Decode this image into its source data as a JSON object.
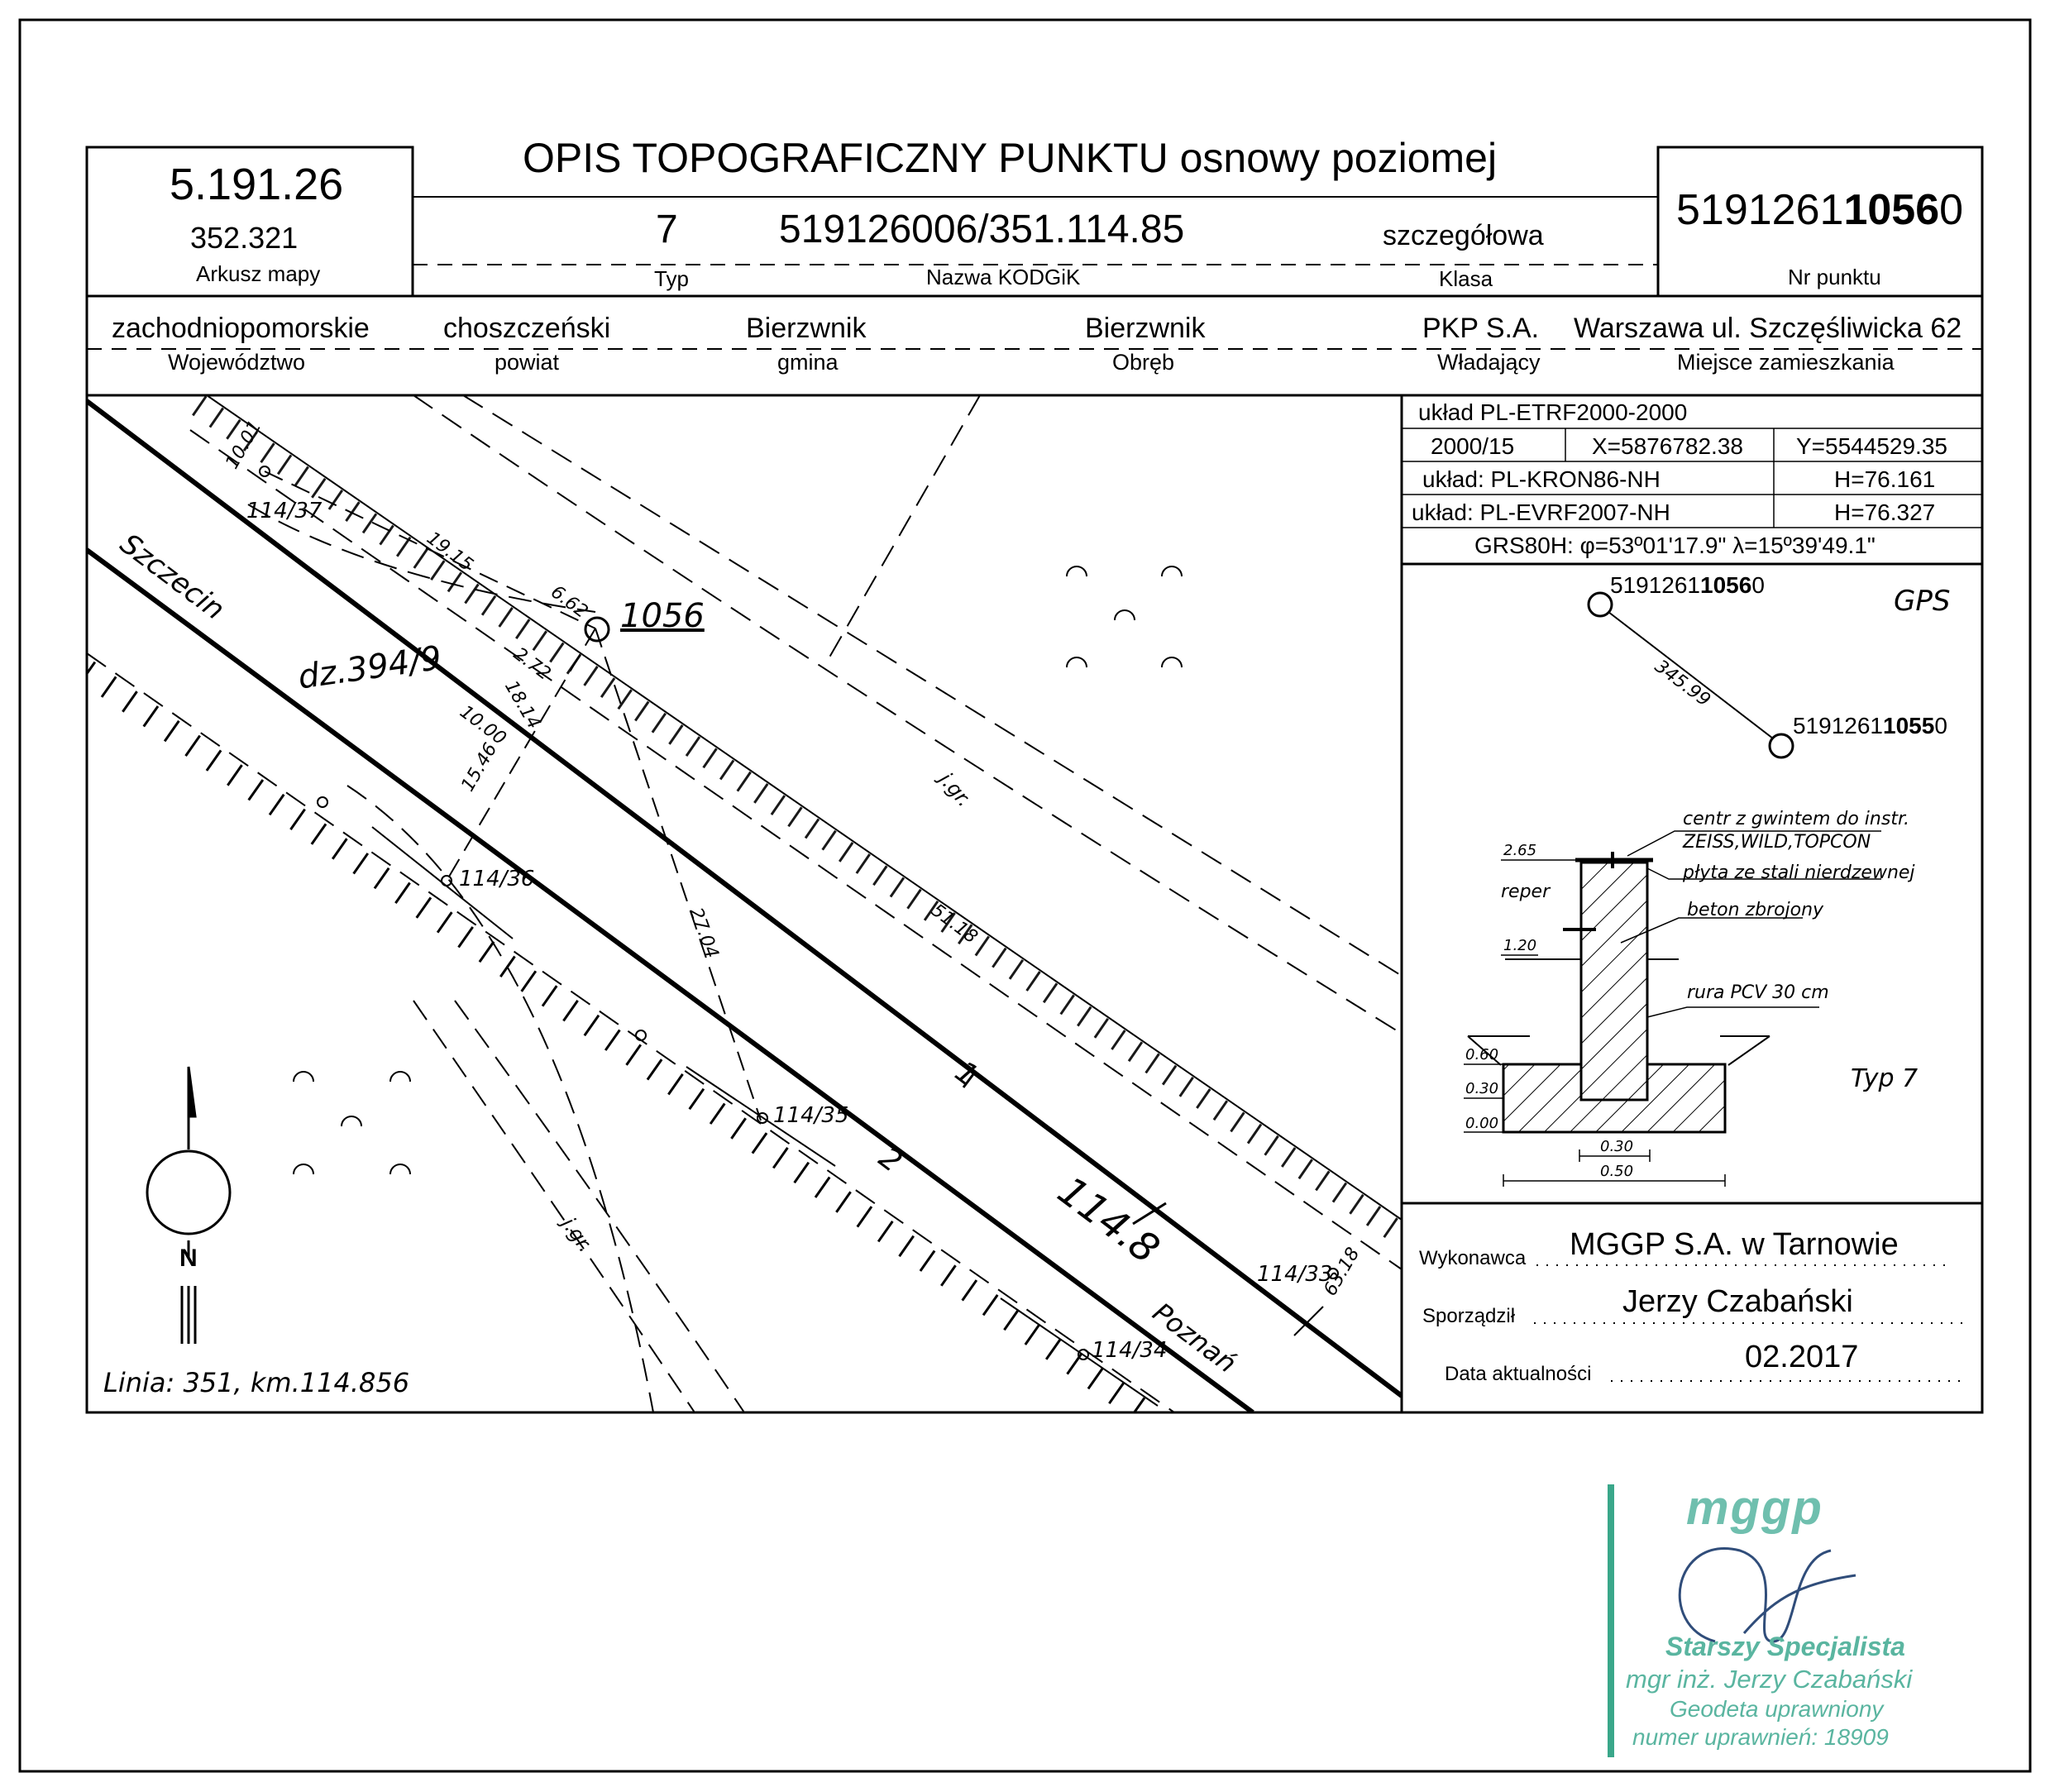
{
  "header": {
    "sheet_number": "5.191.26",
    "sheet_sub": "352.321",
    "sheet_label": "Arkusz mapy",
    "title": "OPIS TOPOGRAFICZNY PUNKTU osnowy poziomej",
    "type_value": "7",
    "type_label": "Typ",
    "kodgik_value": "519126006/351.114.85",
    "kodgik_label": "Nazwa KODGiK",
    "class_value": "szczegółowa",
    "class_label": "Klasa",
    "point_no_prefix": "5191261",
    "point_no_bold": "1056",
    "point_no_suffix": "0",
    "point_no_label": "Nr punktu"
  },
  "admin": {
    "voivodeship": "zachodniopomorskie",
    "voivodeship_label": "Województwo",
    "county": "choszczeński",
    "county_label": "powiat",
    "commune": "Bierzwnik",
    "commune_label": "gmina",
    "precinct": "Bierzwnik",
    "precinct_label": "Obręb",
    "owner": "PKP S.A.",
    "owner_label": "Władający",
    "residence": "Warszawa ul. Szczęśliwicka 62",
    "residence_label": "Miejsce zamieszkania"
  },
  "coords": {
    "system": "układ PL-ETRF2000-2000",
    "zone": "2000/15",
    "x": "X=5876782.38",
    "y": "Y=5544529.35",
    "kron_label": "układ: PL-KRON86-NH",
    "kron_h": "H=76.161",
    "evrf_label": "układ: PL-EVRF2007-NH",
    "evrf_h": "H=76.327",
    "grs": "GRS80H: φ=53º01'17.9\" λ=15º39'49.1\""
  },
  "gps": {
    "point_a_prefix": "5191261",
    "point_a_bold": "1056",
    "point_a_suffix": "0",
    "point_b_prefix": "5191261",
    "point_b_bold": "1055",
    "point_b_suffix": "0",
    "distance": "345.99",
    "label": "GPS"
  },
  "section": {
    "note_line1": "centr z gwintem do instr.",
    "note_line2": "ZEISS,WILD,TOPCON",
    "plate": "płyta ze stali nierdzewnej",
    "concrete": "beton zbrojony",
    "pipe": "rura PCV 30 cm",
    "benchmark": "reper",
    "type_label": "Typ 7",
    "levels": [
      "2.65",
      "1.20",
      "0.60",
      "0.30",
      "0.00"
    ],
    "widths": [
      "0.30",
      "0.50"
    ]
  },
  "footer_info": {
    "contractor_label": "Wykonawca",
    "contractor": "MGGP S.A.  w Tarnowie",
    "author_label": "Sporządził",
    "author": "Jerzy Czabański",
    "date_label": "Data aktualności",
    "date": "02.2017"
  },
  "map": {
    "point_label": "1056",
    "parcel": "dz.394/9",
    "city_west": "Szczecin",
    "city_east": "Poznań",
    "track_1": "1",
    "track_2": "2",
    "km": "114.8",
    "line_info": "Linia: 351, km.114.856",
    "north": "N",
    "boundary_label": "j.gr.",
    "points": [
      "114/37",
      "114/36",
      "114/35",
      "114/34",
      "114/33"
    ],
    "distances": [
      "19.15",
      "6.62",
      "2.72",
      "18.14",
      "10.00",
      "15.46",
      "27.04",
      "51.18",
      "63.18",
      "10.01"
    ]
  },
  "stamp": {
    "company": "mggp",
    "line1": "Starszy Specjalista",
    "line2": "mgr inż. Jerzy Czabański",
    "line3": "Geodeta uprawniony",
    "line4": "numer uprawnień: 18909"
  }
}
